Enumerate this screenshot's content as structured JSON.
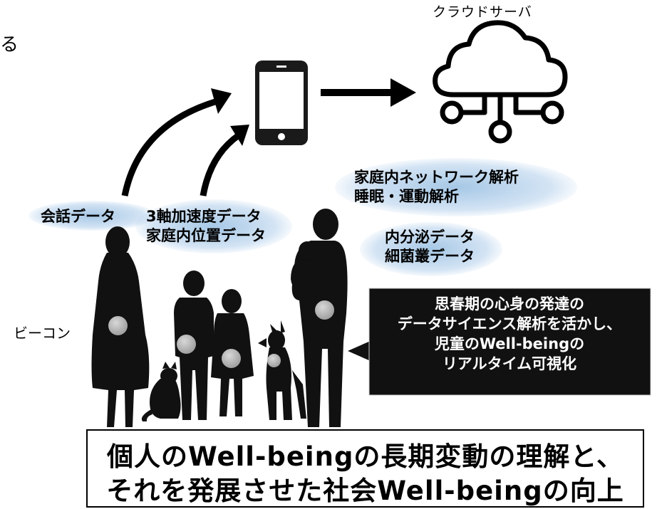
{
  "header_fragment": "る",
  "cloud_label": "クラウドサーバ",
  "analysis": {
    "network": "家庭内ネットワーク解析",
    "sleep": "睡眠・運動解析"
  },
  "data_labels": {
    "conversation": "会話データ",
    "accel": "3軸加速度データ",
    "position": "家庭内位置データ",
    "endocrine": "内分泌データ",
    "bacteria": "細菌叢データ"
  },
  "beacon_label": "ビーコン",
  "callout": {
    "line1": "思春期の心身の発達の",
    "line2": "データサイエンス解析を活かし、",
    "line3": "児童のWell-beingの",
    "line4": "リアルタイム可視化"
  },
  "bottom": {
    "line1": "個人のWell-beingの長期変動の理解と、",
    "line2": "それを発展させた社会Well-beingの向上"
  }
}
